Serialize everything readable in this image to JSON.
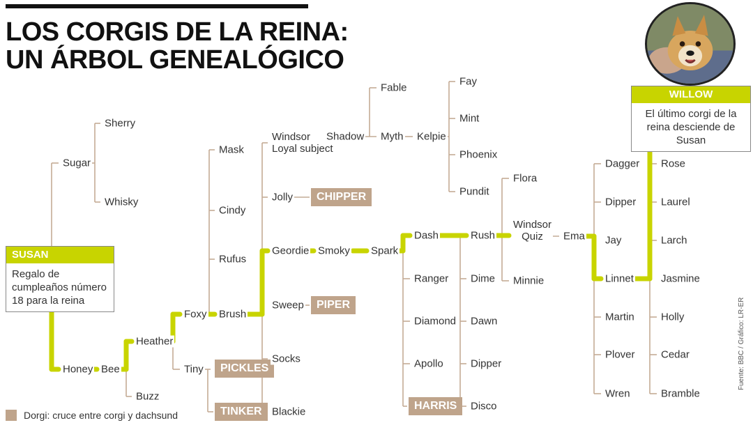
{
  "title_line1": "LOS CORGIS DE LA REINA:",
  "title_line2": "UN ÁRBOL GENEALÓGICO",
  "susan_box": {
    "name": "SUSAN",
    "caption": "Regalo de cumpleaños número 18 para la reina"
  },
  "willow_box": {
    "name": "WILLOW",
    "caption": "El último corgi de la reina desciende de Susan"
  },
  "legend": "Dorgi: cruce entre corgi y dachsund",
  "source": "Fuente: BBC / Gráfico: LR-ER",
  "colors": {
    "highlight_line": "#c8d400",
    "connector": "#c4ab95",
    "dorgi": "#bfa48b",
    "text": "#333333"
  },
  "nodes": {
    "sugar": "Sugar",
    "sherry": "Sherry",
    "whisky": "Whisky",
    "honey": "Honey",
    "bee": "Bee",
    "heather": "Heather",
    "buzz": "Buzz",
    "foxy": "Foxy",
    "tiny": "Tiny",
    "pickles": "PICKLES",
    "tinker": "TINKER",
    "brush": "Brush",
    "mask": "Mask",
    "cindy": "Cindy",
    "rufus": "Rufus",
    "windsor_loyal": "Windsor\nLoyal subject",
    "jolly": "Jolly",
    "chipper": "CHIPPER",
    "geordie": "Geordie",
    "sweep": "Sweep",
    "piper": "PIPER",
    "socks": "Socks",
    "blackie": "Blackie",
    "shadow": "Shadow",
    "fable": "Fable",
    "myth": "Myth",
    "kelpie": "Kelpie",
    "fay": "Fay",
    "mint": "Mint",
    "phoenix": "Phoenix",
    "pundit": "Pundit",
    "smoky": "Smoky",
    "spark": "Spark",
    "dash": "Dash",
    "ranger": "Ranger",
    "diamond": "Diamond",
    "apollo": "Apollo",
    "harris": "HARRIS",
    "rush": "Rush",
    "dime": "Dime",
    "dawn": "Dawn",
    "dipper1": "Dipper",
    "disco": "Disco",
    "windsor_quiz": "Windsor\nQuiz",
    "flora": "Flora",
    "minnie": "Minnie",
    "ema": "Ema",
    "dagger": "Dagger",
    "dipper2": "Dipper",
    "jay": "Jay",
    "linnet": "Linnet",
    "martin": "Martin",
    "plover": "Plover",
    "wren": "Wren",
    "rose": "Rose",
    "laurel": "Laurel",
    "larch": "Larch",
    "jasmine": "Jasmine",
    "holly": "Holly",
    "cedar": "Cedar",
    "bramble": "Bramble"
  }
}
